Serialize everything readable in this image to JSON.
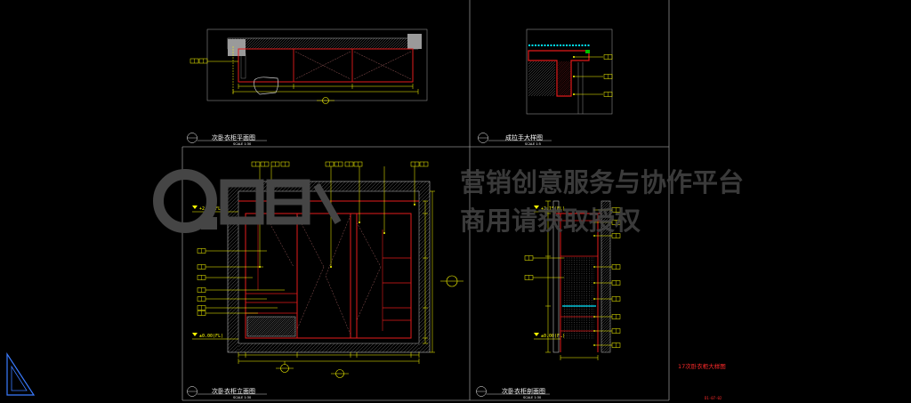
{
  "colors": {
    "background": "#000000",
    "frame": "#8c8c8c",
    "annotation": "#ffff00",
    "cabinet": "#e31b1b",
    "wall": "#6e6e6e",
    "wall_line": "#bdbdbd",
    "door": "#9a5a5a",
    "accent": "#00e5ff",
    "text": "#ffffff",
    "sheet_text": "#ff2a2a",
    "watermark": "#454545"
  },
  "drawings": {
    "plan": {
      "title": "次卧衣柜平面图",
      "scale": "SCALE 1:30"
    },
    "handle_detail": {
      "title": "成拉手大样图",
      "scale": "SCALE 1:5"
    },
    "elevation": {
      "title": "次卧衣柜立面图",
      "scale": "SCALE 1:30",
      "level_top": "+2.15(FL)",
      "level_floor": "±0.00(FL)"
    },
    "section": {
      "title": "次卧衣柜剖面图",
      "scale": "SCALE 1:30",
      "level_top": "+2.15(FL)",
      "level_floor": "±0.00(FL)"
    }
  },
  "sheet": {
    "title": "17次卧衣柜大样图",
    "number": "D1-07-02"
  },
  "watermark": {
    "line1": "营销创意服务与协作平台",
    "line2": "商用请获取授权"
  }
}
